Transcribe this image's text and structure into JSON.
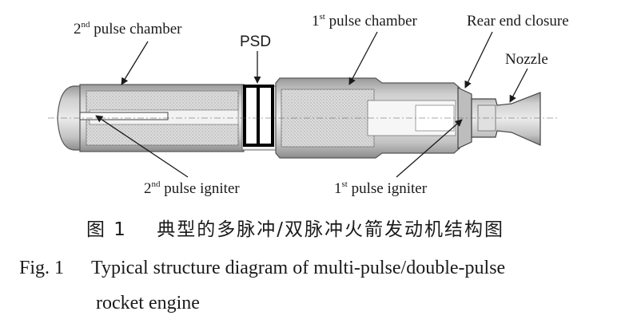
{
  "labels": {
    "chamber2_ord": "2",
    "chamber2_sup": "nd",
    "chamber2_text": " pulse chamber",
    "psd": "PSD",
    "chamber1_ord": "1",
    "chamber1_sup": "st",
    "chamber1_text": " pulse chamber",
    "rear_closure": "Rear end closure",
    "nozzle": "Nozzle",
    "igniter2_ord": "2",
    "igniter2_sup": "nd",
    "igniter2_text": " pulse igniter",
    "igniter1_ord": "1",
    "igniter1_sup": "st",
    "igniter1_text": " pulse igniter"
  },
  "caption": {
    "cn_number": "图 1",
    "cn_text": "典型的多脉冲/双脉冲火箭发动机结构图",
    "en_number": "Fig. 1",
    "en_line1": "Typical structure diagram of multi-pulse/double-pulse",
    "en_line2": "rocket engine"
  },
  "colors": {
    "casing": "#8a8a8a",
    "grain": "#d7d7d7",
    "bore": "#f4f4f4",
    "ink": "#1a1a1a"
  }
}
